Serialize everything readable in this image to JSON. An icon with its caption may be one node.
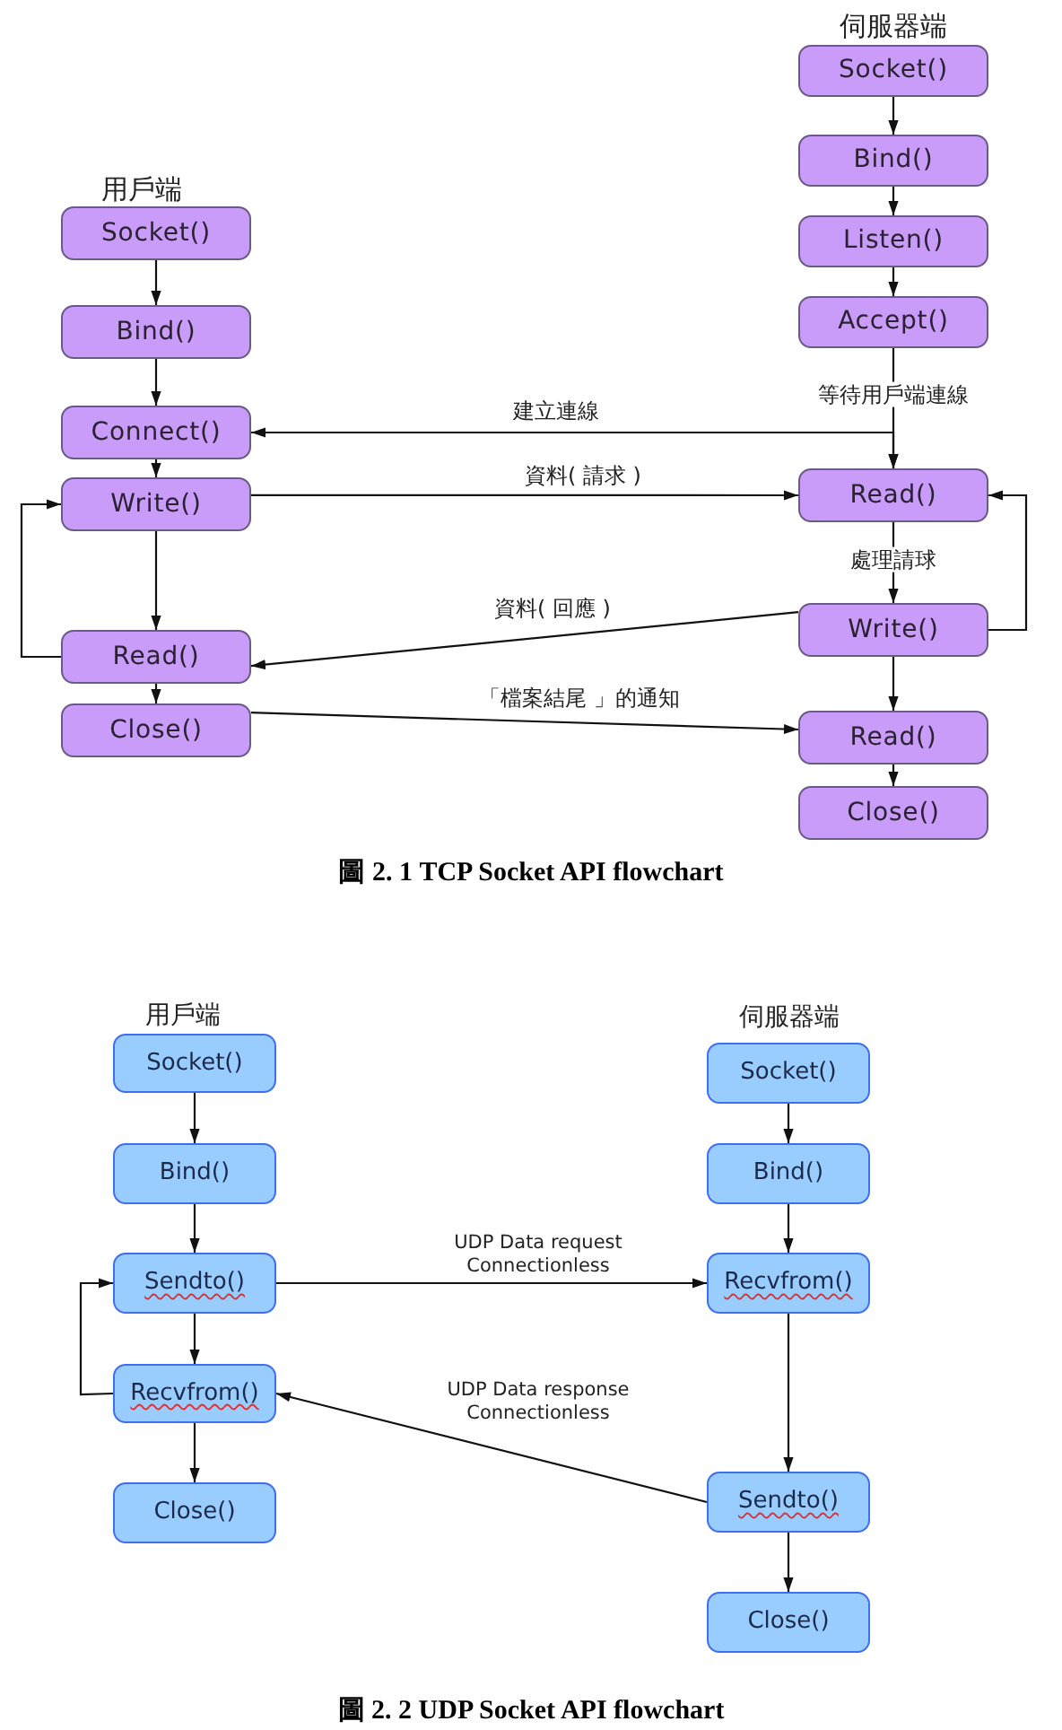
{
  "diagram": {
    "nodes": [
      {
        "text": [
          "Socket()"
        ]
      },
      {
        "text": [
          "Bind()"
        ]
      },
      {
        "text": [
          "Connect()"
        ]
      },
      {
        "text": [
          "Write()"
        ]
      },
      {
        "text": [
          "Read()"
        ]
      },
      {
        "text": [
          "Close()"
        ]
      },
      {
        "text": [
          "Socket()"
        ]
      },
      {
        "text": [
          "Bind()"
        ]
      },
      {
        "text": [
          "Listen()"
        ]
      },
      {
        "text": [
          "Accept()"
        ]
      },
      {
        "text": [
          "Read()"
        ]
      },
      {
        "text": [
          "Write()"
        ]
      },
      {
        "text": [
          "Read()"
        ]
      },
      {
        "text": [
          "Close()"
        ]
      },
      {
        "text": [
          "Socket()"
        ]
      },
      {
        "text": [
          "Bind()"
        ]
      },
      {
        "text": [
          "Sendto()"
        ]
      },
      {
        "text": [
          "Recvfrom()"
        ]
      },
      {
        "text": [
          "Close()"
        ]
      },
      {
        "text": [
          "Socket()"
        ]
      },
      {
        "text": [
          "Bind()"
        ]
      },
      {
        "text": [
          "Recvfrom()"
        ]
      },
      {
        "text": [
          "Sendto()"
        ]
      },
      {
        "text": [
          "Close()"
        ]
      }
    ],
    "edges": [
      {
        "from": 0,
        "to": 1,
        "arrow": "to"
      },
      {
        "from": 1,
        "to": 2,
        "arrow": "to"
      },
      {
        "from": 2,
        "to": 3,
        "arrow": "to"
      },
      {
        "from": 3,
        "to": 4,
        "arrow": "to"
      },
      {
        "from": 4,
        "to": 5,
        "arrow": "to"
      },
      {
        "from": 4,
        "to": 3,
        "arrow": "to"
      },
      {
        "from": 2,
        "to": 10,
        "arrow": "both",
        "label": "建立連線"
      },
      {
        "from": 3,
        "to": 10,
        "arrow": "to",
        "label": "資料( 請求 )"
      },
      {
        "from": 11,
        "to": 4,
        "arrow": "to",
        "label": "資料( 回應 )"
      },
      {
        "from": 5,
        "to": 12,
        "arrow": "to",
        "label": "「檔案結尾 」的通知"
      },
      {
        "from": 6,
        "to": 7,
        "arrow": "to"
      },
      {
        "from": 7,
        "to": 8,
        "arrow": "to"
      },
      {
        "from": 8,
        "to": 9,
        "arrow": "to"
      },
      {
        "from": 9,
        "to": 10,
        "arrow": "to",
        "label": "等待用戶端連線"
      },
      {
        "from": 10,
        "to": 11,
        "arrow": "to",
        "label": "處理請球"
      },
      {
        "from": 11,
        "to": 12,
        "arrow": "to"
      },
      {
        "from": 12,
        "to": 13,
        "arrow": "to"
      },
      {
        "from": 11,
        "to": 10,
        "arrow": "to"
      },
      {
        "from": 14,
        "to": 15,
        "arrow": "to"
      },
      {
        "from": 15,
        "to": 16,
        "arrow": "to"
      },
      {
        "from": 16,
        "to": 17,
        "arrow": "to"
      },
      {
        "from": 17,
        "to": 18,
        "arrow": "to"
      },
      {
        "from": 17,
        "to": 16,
        "arrow": "to"
      },
      {
        "from": 16,
        "to": 21,
        "arrow": "to",
        "label": "UDP Data request Connectionless"
      },
      {
        "from": 22,
        "to": 17,
        "arrow": "to",
        "label": "UDP Data response Connectionless"
      },
      {
        "from": 19,
        "to": 20,
        "arrow": "to"
      },
      {
        "from": 20,
        "to": 21,
        "arrow": "to"
      },
      {
        "from": 21,
        "to": 22,
        "arrow": "to"
      },
      {
        "from": 22,
        "to": 23,
        "arrow": "to"
      }
    ],
    "labels": [
      "伺服器端",
      "用戶端",
      "圖 2. 1 TCP Socket API flowchart",
      "用戶端",
      "伺服器端",
      "圖 2. 2 UDP Socket API flowchart"
    ]
  }
}
